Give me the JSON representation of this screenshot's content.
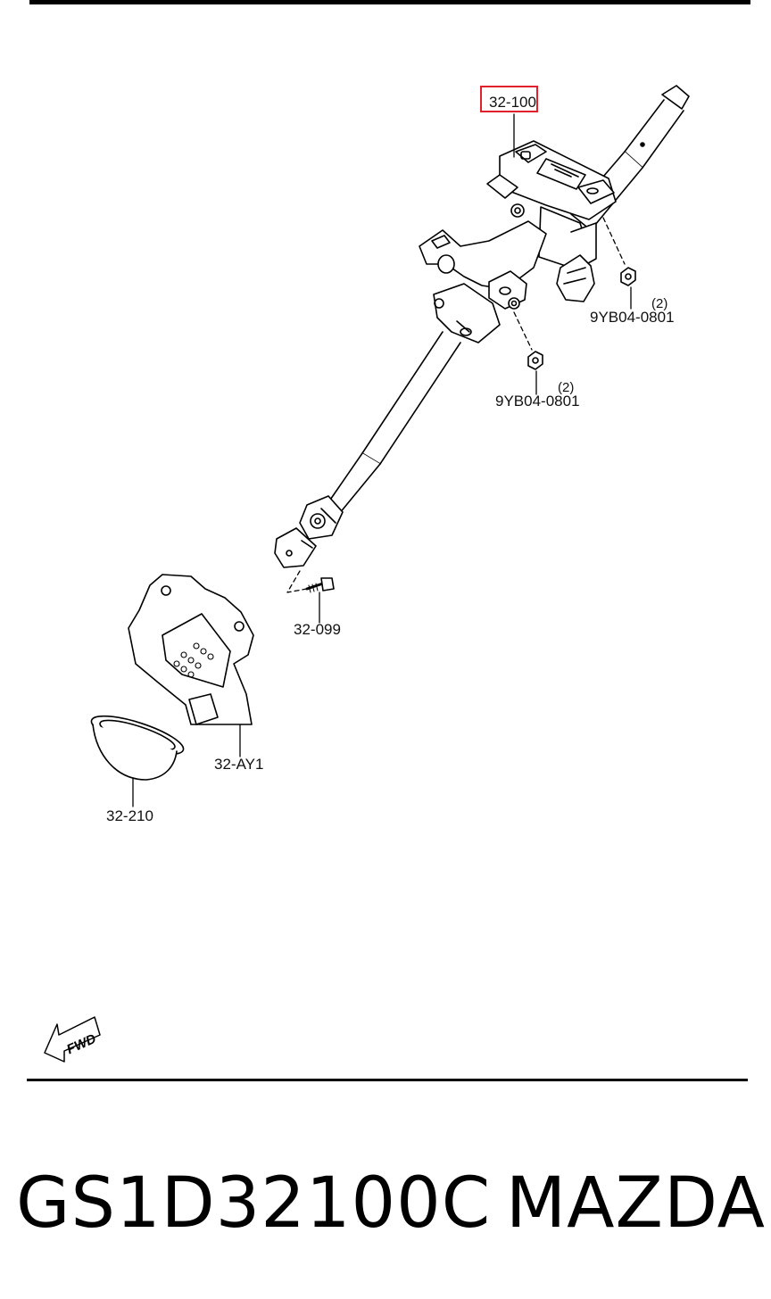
{
  "callouts": {
    "c1": "32-100",
    "c2": "9YB04-0801",
    "c2_qty": "(2)",
    "c3": "9YB04-0801",
    "c3_qty": "(2)",
    "c4": "32-099",
    "c5": "32-AY1",
    "c6": "32-210"
  },
  "fwd_label": "FWD",
  "footer": {
    "part_number": "GS1D32100C",
    "brand": "MAZDA"
  },
  "colors": {
    "highlight": "#e0202a",
    "line": "#000000"
  }
}
